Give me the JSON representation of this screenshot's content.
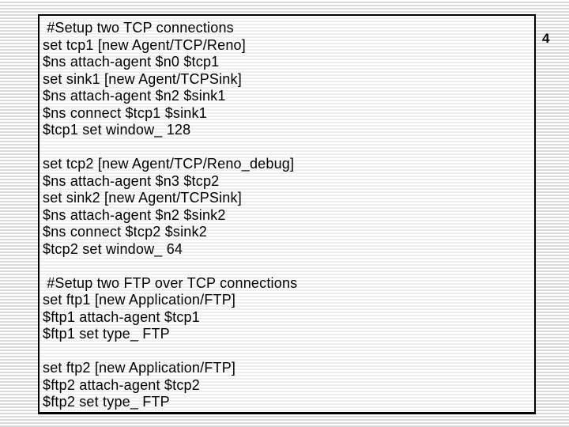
{
  "slide": {
    "number": "4"
  },
  "code_box": {
    "blocks": [
      {
        "lines": [
          " #Setup two TCP connections",
          "set tcp1 [new Agent/TCP/Reno]",
          "$ns attach-agent $n0 $tcp1",
          "set sink1 [new Agent/TCPSink]",
          "$ns attach-agent $n2 $sink1",
          "$ns connect $tcp1 $sink1",
          "$tcp1 set window_ 128"
        ]
      },
      {
        "lines": [
          "set tcp2 [new Agent/TCP/Reno_debug]",
          "$ns attach-agent $n3 $tcp2",
          "set sink2 [new Agent/TCPSink]",
          "$ns attach-agent $n2 $sink2",
          "$ns connect $tcp2 $sink2",
          "$tcp2 set window_ 64"
        ]
      },
      {
        "lines": [
          " #Setup two FTP over TCP connections",
          "set ftp1 [new Application/FTP]",
          "$ftp1 attach-agent $tcp1",
          "$ftp1 set type_ FTP"
        ]
      },
      {
        "lines": [
          "set ftp2 [new Application/FTP]",
          "$ftp2 attach-agent $tcp2",
          "$ftp2 set type_ FTP"
        ]
      }
    ]
  },
  "colors": {
    "stripe": "#d9d9d9",
    "slide_background": "#ffffff",
    "box_border": "#000000",
    "text": "#000000"
  }
}
